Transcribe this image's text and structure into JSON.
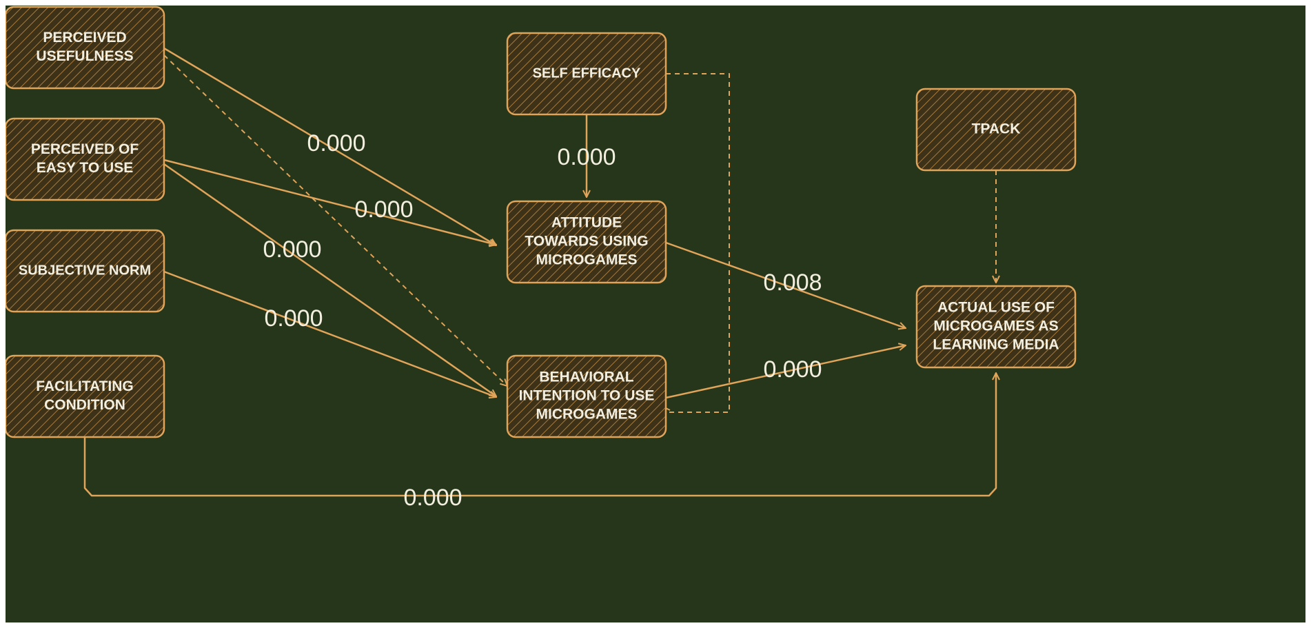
{
  "colors": {
    "background": "#26361a",
    "box_fill": "#3d3118",
    "box_stroke": "#e0a45a",
    "hatch": "#a77a3c",
    "arrow": "#e0a45a",
    "text": "#f3efe0"
  },
  "nodes": [
    {
      "id": "pu",
      "lines": [
        "PERCEIVED",
        "USEFULNESS"
      ]
    },
    {
      "id": "peou",
      "lines": [
        "PERCEIVED OF",
        "EASY TO USE"
      ]
    },
    {
      "id": "sn",
      "lines": [
        "SUBJECTIVE NORM"
      ]
    },
    {
      "id": "fc",
      "lines": [
        "FACILITATING",
        "CONDITION"
      ]
    },
    {
      "id": "se",
      "lines": [
        "SELF EFFICACY"
      ]
    },
    {
      "id": "att",
      "lines": [
        "ATTITUDE",
        "TOWARDS USING",
        "MICROGAMES"
      ]
    },
    {
      "id": "bi",
      "lines": [
        "BEHAVIORAL",
        "INTENTION TO USE",
        "MICROGAMES"
      ]
    },
    {
      "id": "tpack",
      "lines": [
        "TPACK"
      ]
    },
    {
      "id": "au",
      "lines": [
        "ACTUAL USE OF",
        "MICROGAMES AS",
        "LEARNING MEDIA"
      ]
    }
  ],
  "edges": [
    {
      "id": "pu-att",
      "from": "pu",
      "to": "att",
      "label": "0.000",
      "style": "solid"
    },
    {
      "id": "pu-bi",
      "from": "pu",
      "to": "bi",
      "label": "",
      "style": "dashed"
    },
    {
      "id": "peou-att",
      "from": "peou",
      "to": "att",
      "label": "0.000",
      "style": "solid"
    },
    {
      "id": "peou-bi",
      "from": "peou",
      "to": "bi",
      "label": "0.000",
      "style": "solid"
    },
    {
      "id": "se-att",
      "from": "se",
      "to": "att",
      "label": "0.000",
      "style": "solid"
    },
    {
      "id": "se-bi",
      "from": "se",
      "to": "bi",
      "label": "",
      "style": "dashed"
    },
    {
      "id": "sn-bi",
      "from": "sn",
      "to": "bi",
      "label": "0.000",
      "style": "solid"
    },
    {
      "id": "att-au",
      "from": "att",
      "to": "au",
      "label": "0.008",
      "style": "solid"
    },
    {
      "id": "bi-au",
      "from": "bi",
      "to": "au",
      "label": "0.000",
      "style": "solid"
    },
    {
      "id": "tpack-au",
      "from": "tpack",
      "to": "au",
      "label": "",
      "style": "dashed"
    },
    {
      "id": "fc-au",
      "from": "fc",
      "to": "au",
      "label": "0.000",
      "style": "solid"
    }
  ]
}
